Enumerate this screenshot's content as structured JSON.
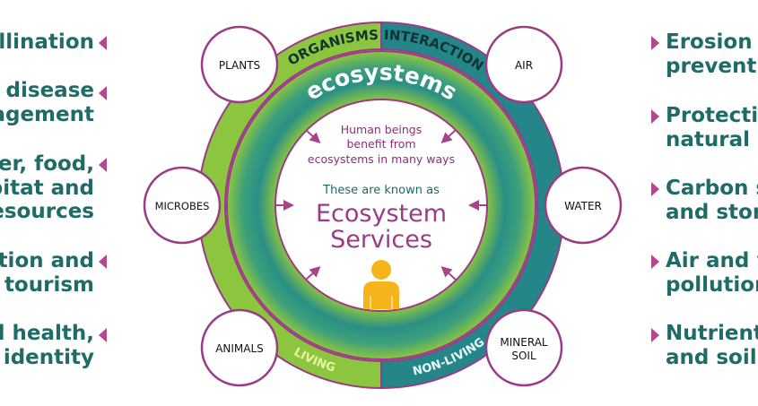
{
  "left_services": [
    {
      "lines": [
        "llination"
      ]
    },
    {
      "lines": [
        "l disease",
        "agement"
      ]
    },
    {
      "lines": [
        "er, food,",
        "pitat and",
        "esources"
      ]
    },
    {
      "lines": [
        "ation and",
        "tourism"
      ]
    },
    {
      "lines": [
        "l health,",
        "identity"
      ]
    }
  ],
  "right_services": [
    {
      "lines": [
        "Erosion",
        "preventi"
      ]
    },
    {
      "lines": [
        "Protectio",
        "natural c"
      ]
    },
    {
      "lines": [
        "Carbon s",
        "and stor"
      ]
    },
    {
      "lines": [
        "Air and v",
        "pollutior"
      ]
    },
    {
      "lines": [
        "Nutrient",
        "and soil"
      ]
    }
  ],
  "ring": {
    "top_left": "ORGANISMS",
    "top_right": "INTERACTION",
    "bottom_left": "LIVING",
    "bottom_right": "NON-LIVING",
    "middle": "ecosystems"
  },
  "nodes": {
    "plants": "PLANTS",
    "air": "AIR",
    "microbes": "MICROBES",
    "water": "WATER",
    "animals": "ANIMALS",
    "mineral_soil_1": "MINERAL",
    "mineral_soil_2": "SOIL"
  },
  "center": {
    "line1": "Human beings",
    "line2": "benefit from",
    "line3": "ecosystems in many ways",
    "known_as": "These are known as",
    "title1": "Ecosystem",
    "title2": "Services"
  },
  "colors": {
    "green": "#8cc63f",
    "teal": "#25868a",
    "purple": "#9b3b86",
    "text": "#1e6b67",
    "person": "#f5b51a"
  }
}
